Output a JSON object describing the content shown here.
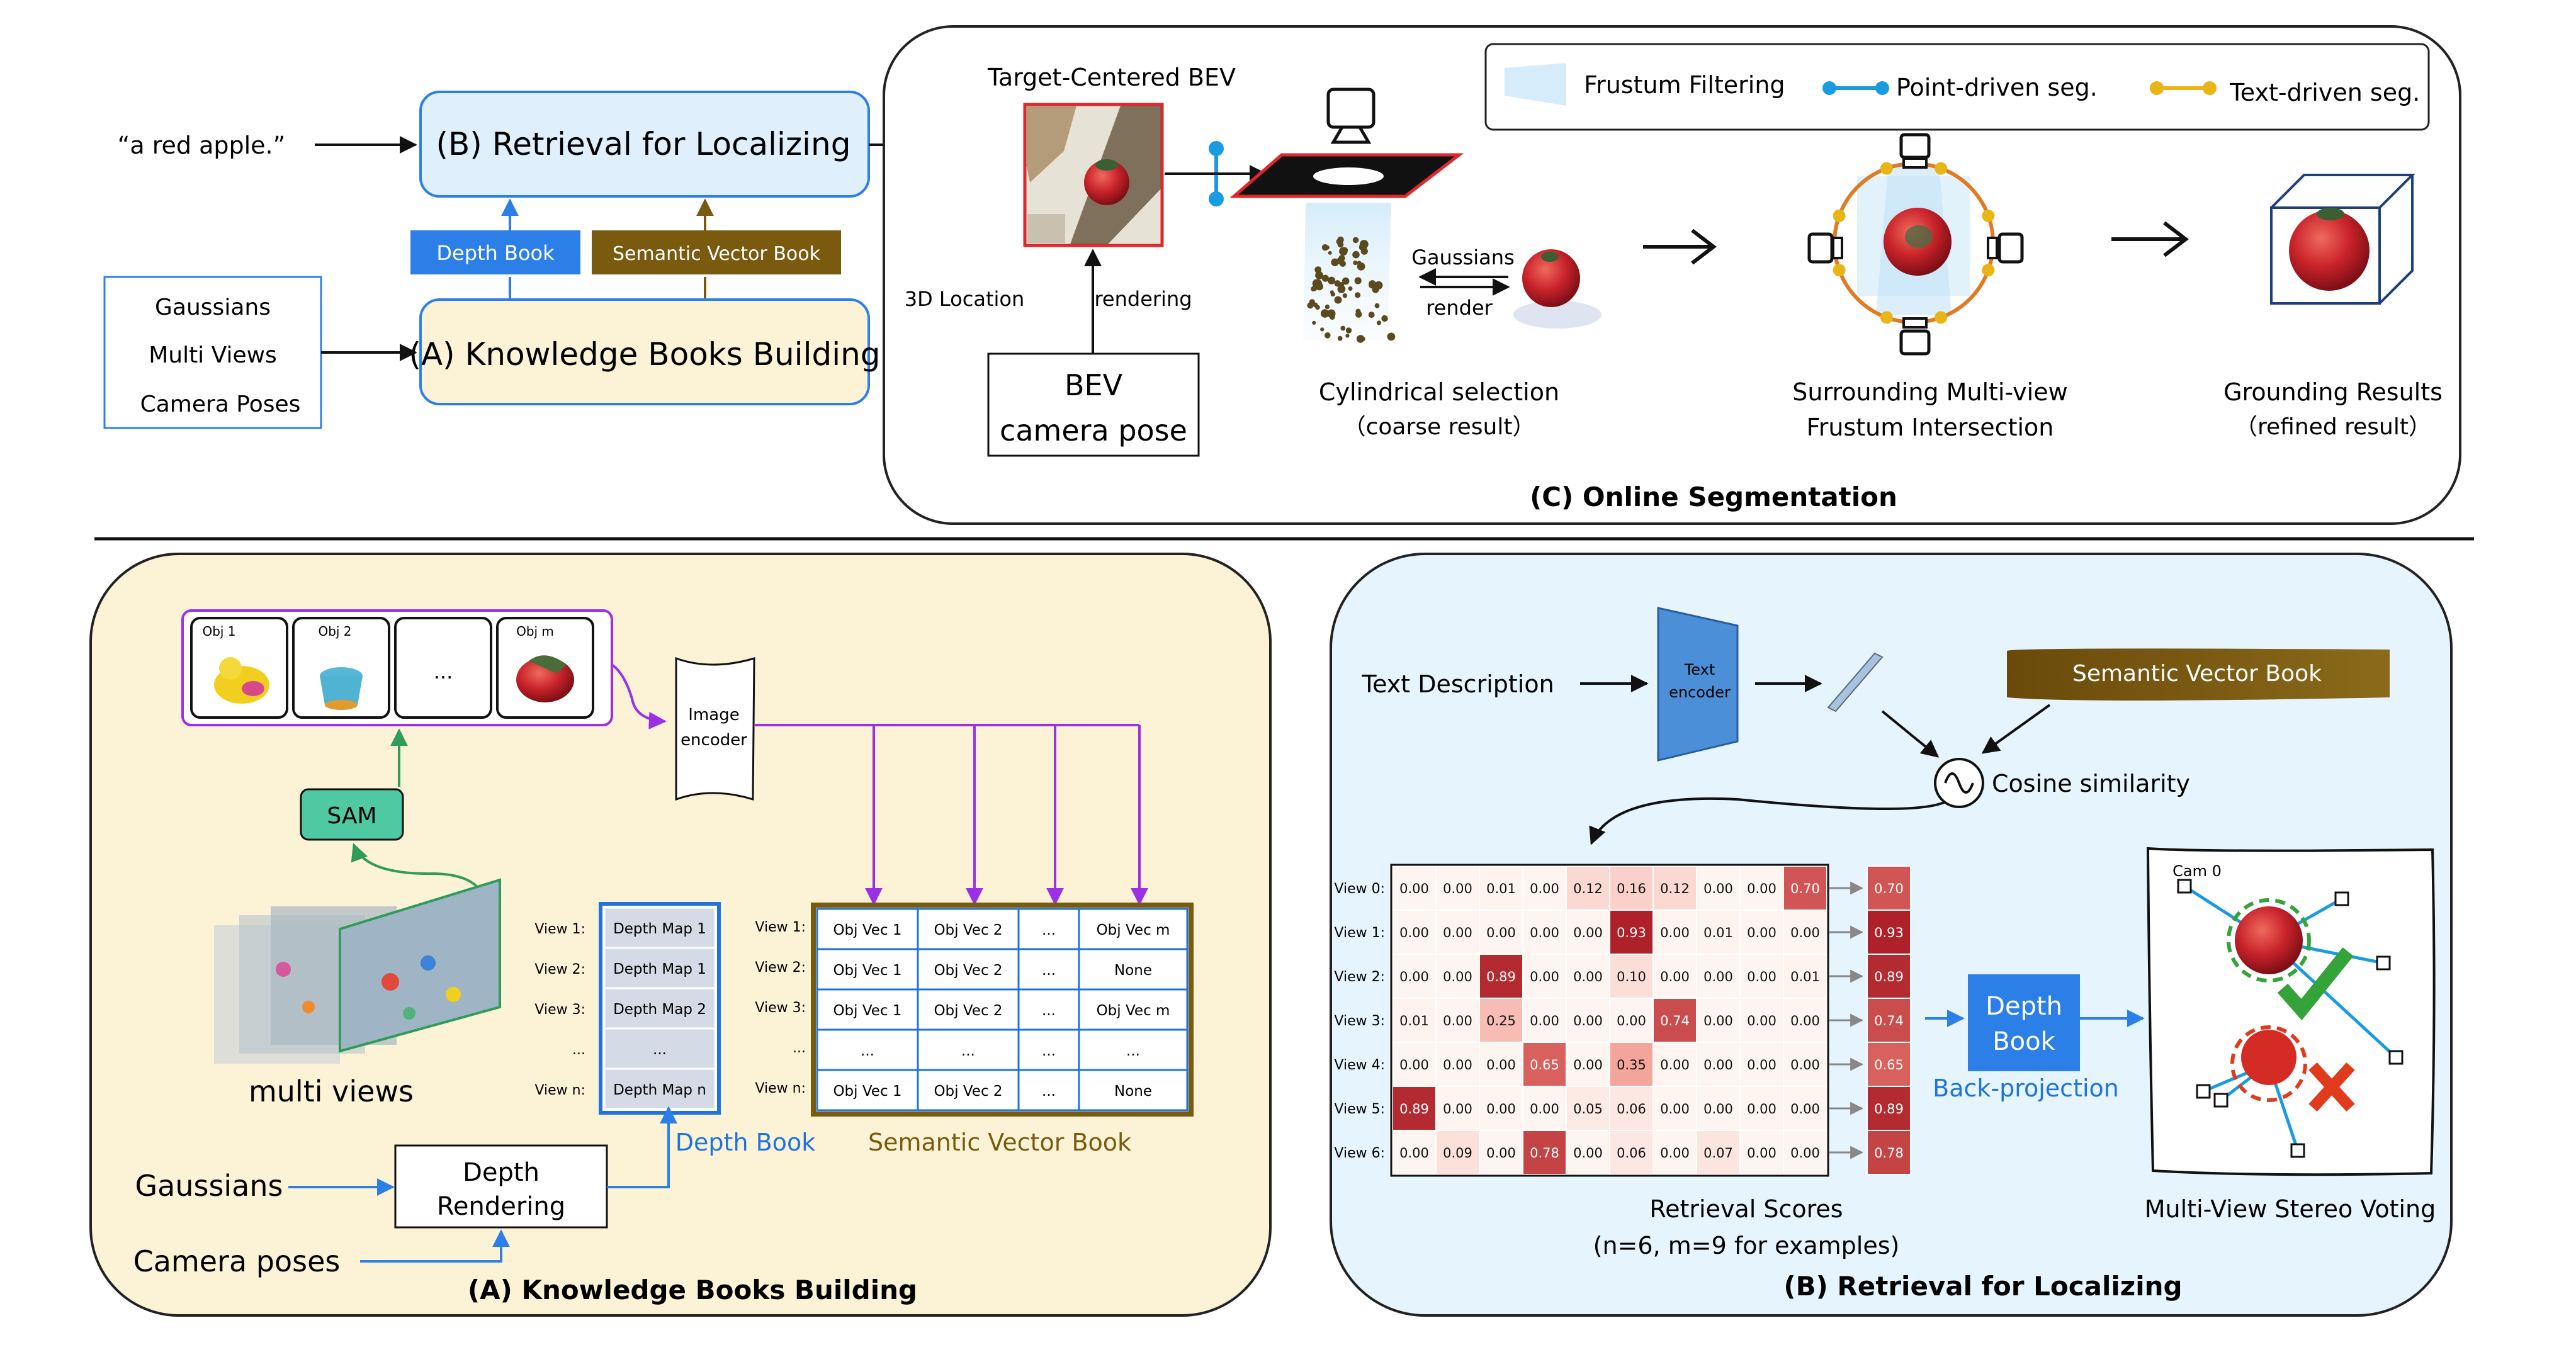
{
  "colors": {
    "blue_box": "#2d7fe8",
    "olive": "#7a5a0e",
    "book_blue": "#1e73e0",
    "purple": "#9b30e6",
    "panel_yellow": "#fcf3d6",
    "panel_blue": "#e6f4fd",
    "heat_dark": "#a3111d",
    "point_seg": "#1a9be0",
    "text_seg": "#e8b517",
    "check_green": "#34a33a",
    "cross_red": "#e03b1c"
  },
  "overview": {
    "query": "“a red apple.”",
    "retrieval_box": "(B) Retrieval for Localizing",
    "depth_book": "Depth Book",
    "semantic_book": "Semantic Vector Book",
    "kb_box": "(A) Knowledge Books Building",
    "inputs": [
      "Gaussians",
      "Multi Views",
      "Camera Poses"
    ]
  },
  "online": {
    "legend": {
      "frustum": "Frustum Filtering",
      "point": "Point-driven seg.",
      "text": "Text-driven seg."
    },
    "bev_title": "Target-Centered BEV",
    "loc_label": "3D Location",
    "rendering_label": "rendering",
    "bev_box": [
      "BEV",
      "camera pose"
    ],
    "gaussians_label": "Gaussians",
    "render_label": "render",
    "cyl_caption": [
      "Cylindrical selection",
      "（coarse result）"
    ],
    "surround_caption": [
      "Surrounding Multi-view",
      "Frustum Intersection"
    ],
    "ground_caption": [
      "Grounding Results",
      "（refined result）"
    ],
    "title": "(C) Online Segmentation"
  },
  "kb": {
    "objs": [
      "Obj 1",
      "Obj 2",
      "...",
      "Obj m"
    ],
    "image_encoder": [
      "Image",
      "encoder"
    ],
    "sam": "SAM",
    "multi_views": "multi views",
    "depth_rows": [
      "View 1:",
      "View 2:",
      "View 3:",
      "...",
      "View n:"
    ],
    "depth_cells": [
      "Depth Map 1",
      "Depth Map 1",
      "Depth Map 2",
      "...",
      "Depth Map n"
    ],
    "depth_title": "Depth Book",
    "sem_rows": [
      "View 1:",
      "View 2:",
      "View 3:",
      "...",
      "View n:"
    ],
    "sem_cells": [
      [
        "Obj Vec 1",
        "Obj Vec 2",
        "...",
        "Obj Vec m"
      ],
      [
        "Obj Vec 1",
        "Obj Vec 2",
        "...",
        "None"
      ],
      [
        "Obj Vec 1",
        "Obj Vec 2",
        "...",
        "Obj Vec m"
      ],
      [
        "...",
        "...",
        "...",
        "..."
      ],
      [
        "Obj Vec 1",
        "Obj Vec 2",
        "...",
        "None"
      ]
    ],
    "sem_title": "Semantic Vector Book",
    "gaussians": "Gaussians",
    "camera_poses": "Camera poses",
    "depth_render": [
      "Depth",
      "Rendering"
    ],
    "title": "(A) Knowledge Books Building"
  },
  "ret": {
    "text_desc": "Text Description",
    "text_encoder": [
      "Text",
      "encoder"
    ],
    "sem_book": "Semantic Vector Book",
    "cosine": "Cosine similarity",
    "view_labels": [
      "View 0:",
      "View 1:",
      "View 2:",
      "View 3:",
      "View 4:",
      "View 5:",
      "View 6:"
    ],
    "heat": [
      [
        "0.00",
        "0.00",
        "0.01",
        "0.00",
        "0.12",
        "0.16",
        "0.12",
        "0.00",
        "0.00",
        "0.70"
      ],
      [
        "0.00",
        "0.00",
        "0.00",
        "0.00",
        "0.00",
        "0.93",
        "0.00",
        "0.01",
        "0.00",
        "0.00"
      ],
      [
        "0.00",
        "0.00",
        "0.89",
        "0.00",
        "0.00",
        "0.10",
        "0.00",
        "0.00",
        "0.00",
        "0.01"
      ],
      [
        "0.01",
        "0.00",
        "0.25",
        "0.00",
        "0.00",
        "0.00",
        "0.74",
        "0.00",
        "0.00",
        "0.00"
      ],
      [
        "0.00",
        "0.00",
        "0.00",
        "0.65",
        "0.00",
        "0.35",
        "0.00",
        "0.00",
        "0.00",
        "0.00"
      ],
      [
        "0.89",
        "0.00",
        "0.00",
        "0.00",
        "0.05",
        "0.06",
        "0.00",
        "0.00",
        "0.00",
        "0.00"
      ],
      [
        "0.00",
        "0.09",
        "0.00",
        "0.78",
        "0.00",
        "0.06",
        "0.00",
        "0.07",
        "0.00",
        "0.00"
      ]
    ],
    "max_col": [
      "0.70",
      "0.93",
      "0.89",
      "0.74",
      "0.65",
      "0.89",
      "0.78"
    ],
    "depth_book": [
      "Depth",
      "Book"
    ],
    "back_proj": "Back-projection",
    "cam0": "Cam 0",
    "caption": [
      "Retrieval Scores",
      "(n=6, m=9 for examples)"
    ],
    "mvs": "Multi-View Stereo Voting",
    "title": "(B) Retrieval for Localizing"
  }
}
